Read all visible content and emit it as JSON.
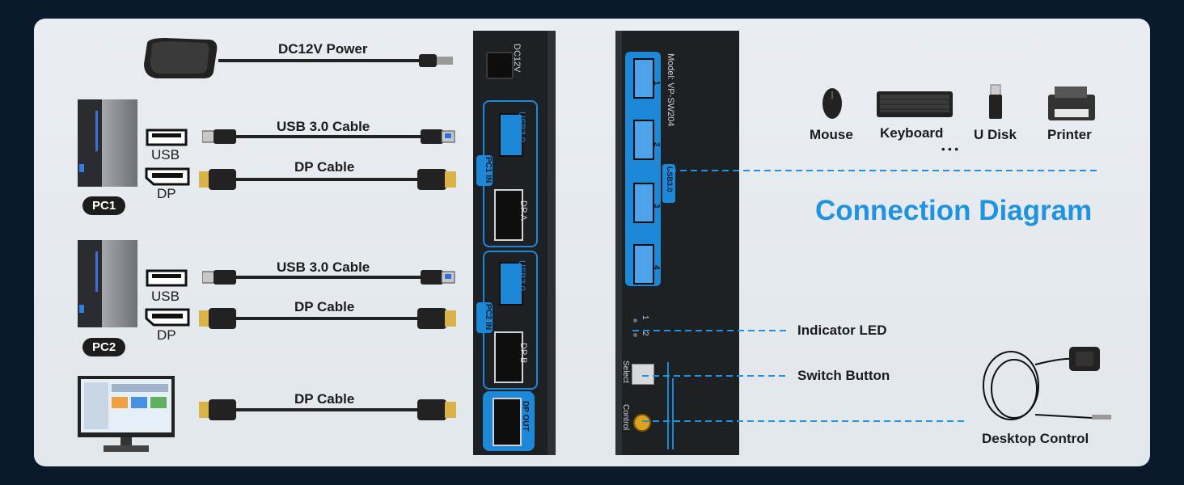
{
  "cables": {
    "power": "DC12V Power",
    "pc1_usb": "USB 3.0 Cable",
    "pc1_dp": "DP Cable",
    "pc2_usb": "USB 3.0 Cable",
    "pc2_dp": "DP Cable",
    "monitor_dp": "DP Cable"
  },
  "ports": {
    "usb": "USB",
    "dp": "DP"
  },
  "pcs": {
    "pc1": "PC1",
    "pc2": "PC2"
  },
  "switch_front": {
    "dc": "DC12V",
    "usb1": "USB3.0",
    "pc1": "PC1 IN",
    "dpa": "DP A",
    "usb2": "USB3.0",
    "pc2": "PC2 IN",
    "dpb": "DP B",
    "dpout": "DP OUT"
  },
  "switch_back": {
    "model": "Model: VP-SW204",
    "usb": "USB3.0",
    "led1": "1",
    "led2": "2",
    "select": "Select",
    "control": "Control",
    "p1": "1",
    "p2": "2",
    "p3": "3",
    "p4": "4"
  },
  "devices": {
    "mouse": "Mouse",
    "keyboard": "Keyboard",
    "udisk": "U Disk",
    "printer": "Printer",
    "more": "• • •"
  },
  "title": "Connection Diagram",
  "callouts": {
    "led": "Indicator LED",
    "switch": "Switch Button",
    "desktop": "Desktop Control"
  },
  "colors": {
    "accent": "#1f93e0",
    "port_blue": "#1e88d8",
    "box": "#1e2124"
  }
}
